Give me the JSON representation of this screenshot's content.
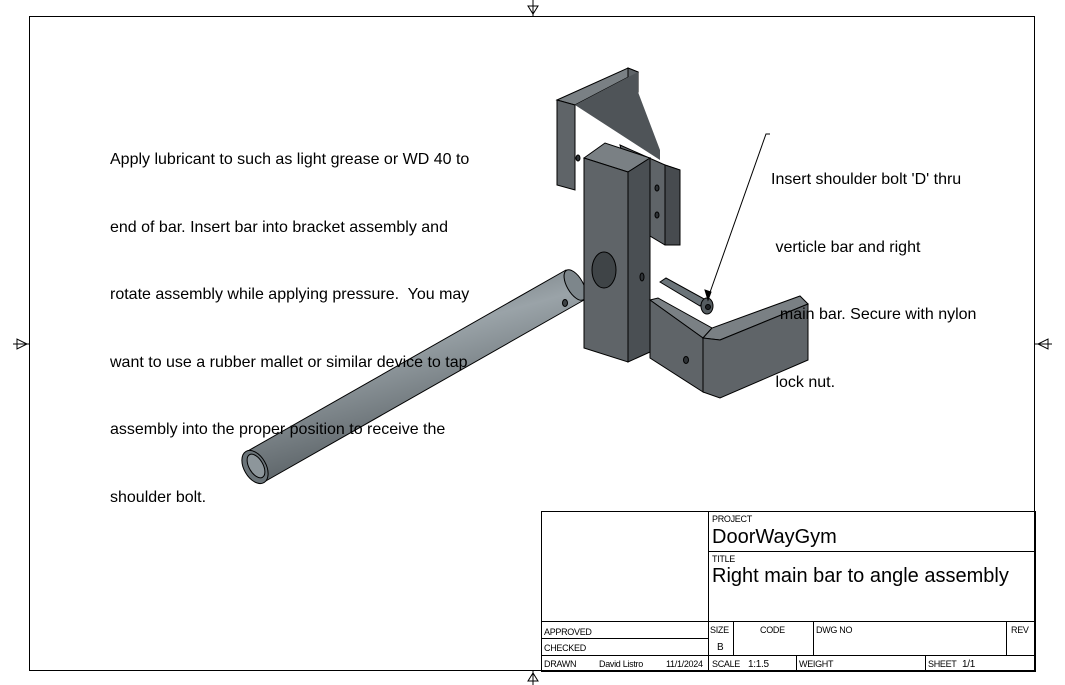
{
  "notes": {
    "left_lines": [
      "Apply lubricant to such as light grease or WD 40 to",
      "end of bar. Insert bar into bracket assembly and",
      "rotate assembly while applying pressure.  You may",
      "want to use a rubber mallet or similar device to tap",
      "assembly into the proper position to receive the",
      "shoulder bolt."
    ],
    "right_lines": [
      "Insert shoulder bolt 'D' thru",
      " verticle bar and right",
      "  main bar. Secure with nylon",
      " lock nut."
    ]
  },
  "title_block": {
    "project_label": "PROJECT",
    "project": "DoorWayGym",
    "title_label": "TITLE",
    "title": "Right main bar to angle assembly",
    "approved_label": "APPROVED",
    "checked_label": "CHECKED",
    "drawn_label": "DRAWN",
    "drawn_by": "David Listro",
    "drawn_date": "11/1/2024",
    "size_label": "SIZE",
    "size": "B",
    "code_label": "CODE",
    "dwg_no_label": "DWG NO",
    "rev_label": "REV",
    "scale_label": "SCALE",
    "scale": "1:1.5",
    "weight_label": "WEIGHT",
    "sheet_label": "SHEET",
    "sheet": "1/1"
  },
  "colors": {
    "part_face": "#5f6468",
    "part_dark": "#474b4f",
    "part_light": "#7a8084",
    "tube": "#6b7479"
  }
}
